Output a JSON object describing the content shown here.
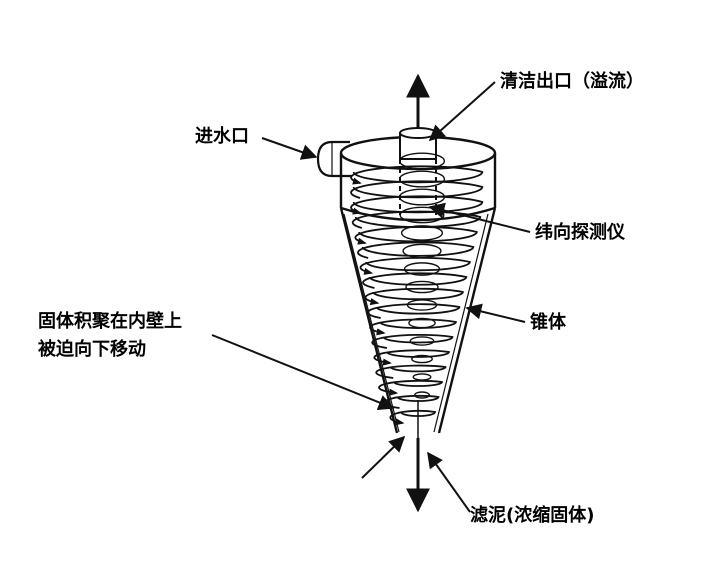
{
  "labels": {
    "overflow": "清洁出口（溢流）",
    "inlet": "进水口",
    "probe": "纬向探测仪",
    "cone": "锥体",
    "solids_line1": "固体积聚在内壁上",
    "solids_line2": "被迫向下移动",
    "underflow": "滤泥(浓缩固体)"
  },
  "colors": {
    "ink": "#111111",
    "background": "#ffffff"
  }
}
